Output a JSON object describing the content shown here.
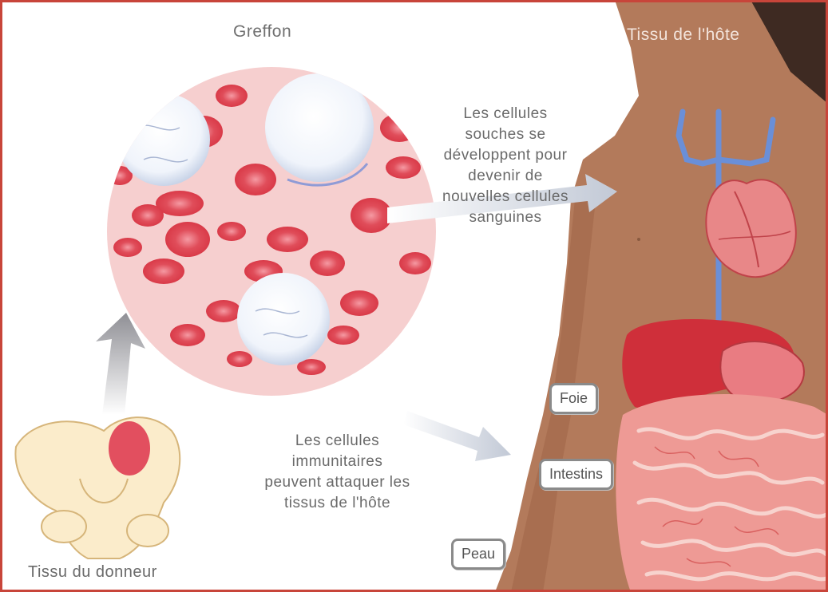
{
  "labels": {
    "graft": "Greffon",
    "host_tissue": "Tissu de l'hôte",
    "stem_cells": "Les cellules souches se développent pour devenir de nouvelles cellules sanguines",
    "immune_cells": "Les cellules immunitaires peuvent attaquer les tissus de l'hôte",
    "donor_tissue": "Tissu du donneur"
  },
  "callouts": {
    "liver": "Foie",
    "intestine": "Intestins",
    "skin": "Peau"
  },
  "colors": {
    "border": "#c8453a",
    "skin": "#b37a5b",
    "blood_cell": "#e0414f",
    "plasma": "#f6cfcf",
    "vein": "#6a8fd8",
    "liver": "#cf2f3a"
  }
}
